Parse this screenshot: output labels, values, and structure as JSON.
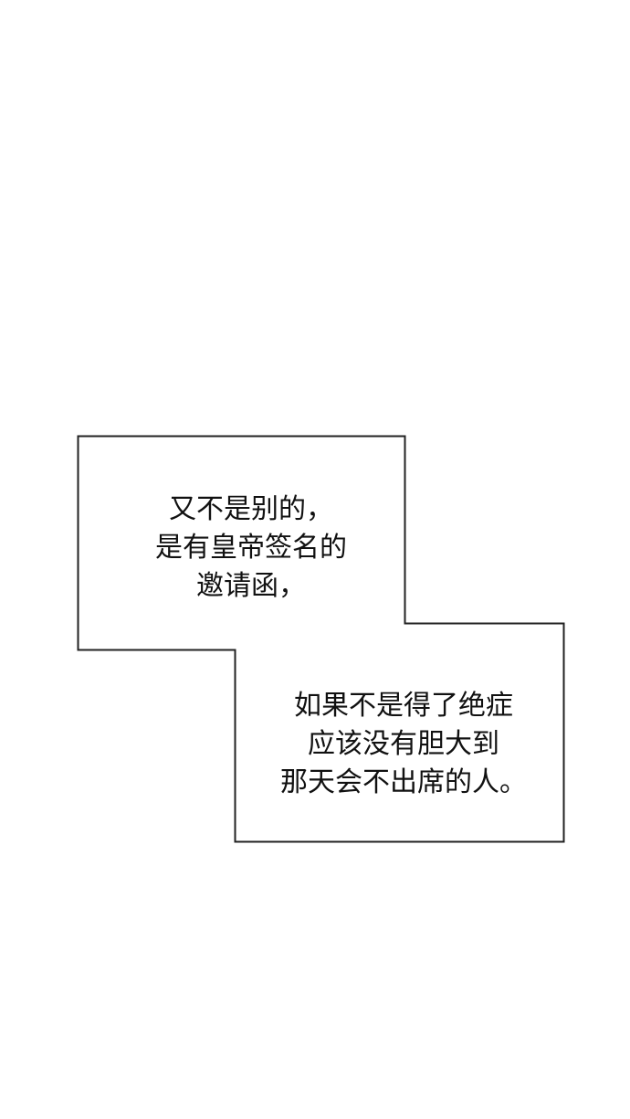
{
  "panel": {
    "caption_1": {
      "lines": [
        "又不是别的，",
        "是有皇帝签名的",
        "邀请函，"
      ]
    },
    "caption_2": {
      "lines": [
        "如果不是得了绝症",
        "应该没有胆大到",
        "那天会不出席的人。"
      ]
    }
  },
  "colors": {
    "border": "#222222",
    "background": "#ffffff",
    "text": "#111111"
  }
}
